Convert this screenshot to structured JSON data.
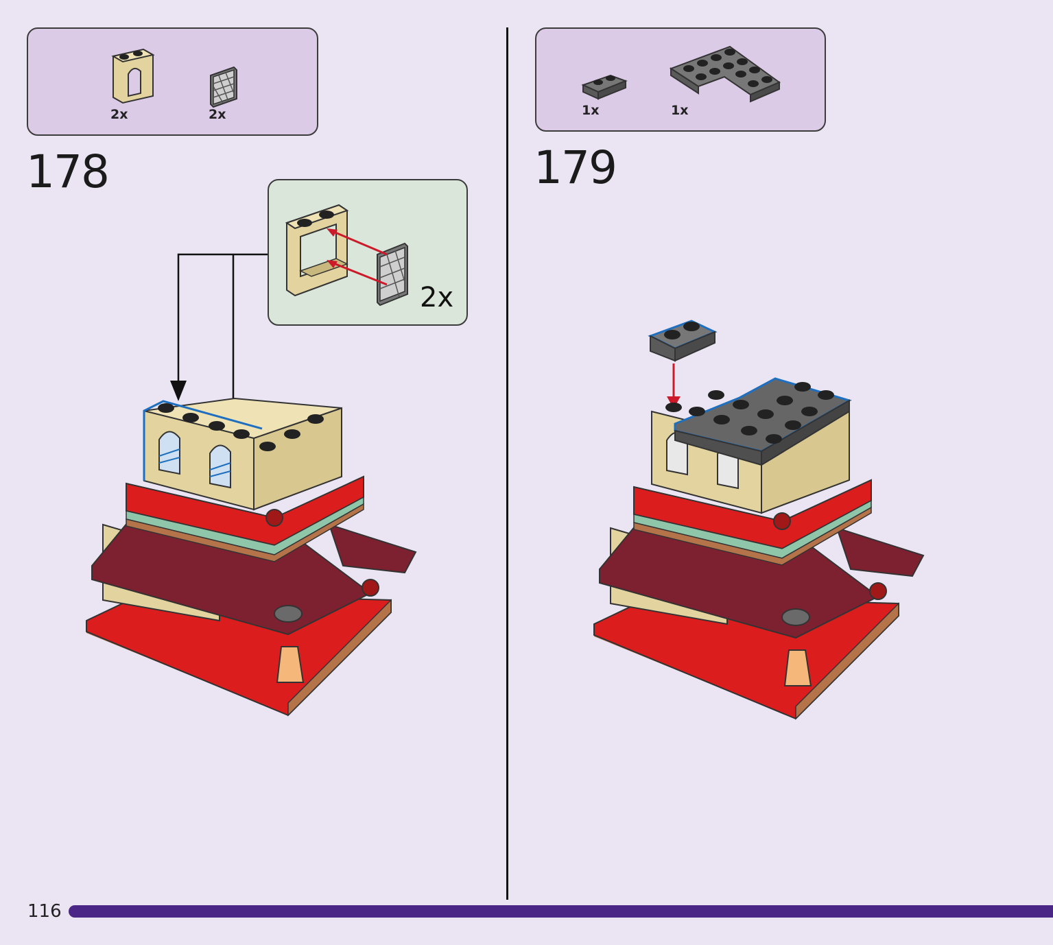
{
  "page": {
    "number": "116",
    "progress": 1.0
  },
  "colors": {
    "background": "#ebe5f3",
    "parts_box": "#dccbe6",
    "callout": "#d9e6d9",
    "progress": "#4a2787",
    "tan": "#e3d49f",
    "red": "#dc1d1d",
    "dark_red": "#7d2030",
    "dark_gray": "#5a5a5a",
    "blue_outline": "#1e6fbf"
  },
  "steps": [
    {
      "number": "178",
      "parts": [
        {
          "icon": "tan-window-frame-icon",
          "qty": "2x"
        },
        {
          "icon": "gray-lattice-glass-icon",
          "qty": "2x"
        }
      ],
      "callout": {
        "qty": "2x"
      }
    },
    {
      "number": "179",
      "parts": [
        {
          "icon": "gray-plate-1x2-icon",
          "qty": "1x"
        },
        {
          "icon": "gray-corner-plate-icon",
          "qty": "1x"
        }
      ]
    }
  ]
}
